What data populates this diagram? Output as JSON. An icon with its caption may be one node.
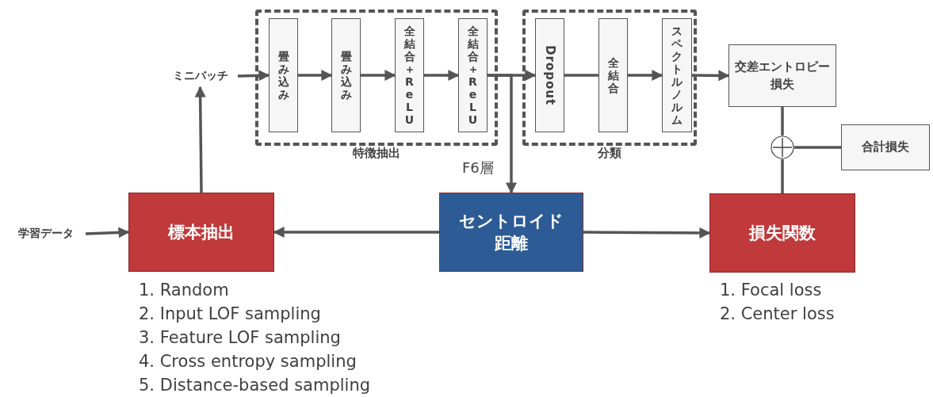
{
  "diagram": {
    "nodes": [
      {
        "text": [
          "ミニバッチ"
        ]
      },
      {
        "text": [
          "特徴抽出"
        ]
      },
      {
        "text": [
          "畳み込み"
        ],
        "in": 1
      },
      {
        "text": [
          "畳み込み"
        ],
        "in": 1
      },
      {
        "text": [
          "全結合＋ReLU"
        ],
        "in": 1
      },
      {
        "text": [
          "全結合＋ReLU"
        ],
        "in": 1
      },
      {
        "text": [
          "分類"
        ]
      },
      {
        "text": [
          "Dropout"
        ],
        "in": 6
      },
      {
        "text": [
          "全結合"
        ],
        "in": 6
      },
      {
        "text": [
          "スペクトルノルム"
        ],
        "in": 6
      },
      {
        "text": [
          "交差エントロピー損失"
        ]
      },
      {
        "text": [],
        "shape": "circle"
      },
      {
        "text": [
          "合計損失"
        ]
      },
      {
        "text": [
          "学習データ"
        ]
      },
      {
        "text": [
          "標本抽出"
        ],
        "beside": [
          "1. Random",
          "2. Input LOF sampling",
          "3. Feature LOF sampling",
          "4. Cross entropy sampling",
          "5. Distance-based sampling"
        ]
      },
      {
        "text": [
          "セントロイド距離"
        ]
      },
      {
        "text": [
          "損失関数"
        ],
        "beside": [
          "1. Focal loss",
          "2. Center loss"
        ]
      }
    ],
    "edges": [
      {
        "from": 0,
        "to": 2,
        "arrow": "to"
      },
      {
        "from": 2,
        "to": 3,
        "arrow": "to"
      },
      {
        "from": 3,
        "to": 4,
        "arrow": "to"
      },
      {
        "from": 4,
        "to": 5,
        "arrow": "to"
      },
      {
        "from": 5,
        "to": 7,
        "arrow": "to"
      },
      {
        "from": 5,
        "to": 15,
        "arrow": "to",
        "label": "F6層"
      },
      {
        "from": 7,
        "to": 8,
        "arrow": "none"
      },
      {
        "from": 8,
        "to": 9,
        "arrow": "to"
      },
      {
        "from": 9,
        "to": 10,
        "arrow": "to"
      },
      {
        "from": 10,
        "to": 11,
        "arrow": "none"
      },
      {
        "from": 11,
        "to": 12,
        "arrow": "none"
      },
      {
        "from": 11,
        "to": 16,
        "arrow": "none"
      },
      {
        "from": 13,
        "to": 14,
        "arrow": "to"
      },
      {
        "from": 14,
        "to": 0,
        "arrow": "to"
      },
      {
        "from": 15,
        "to": 14,
        "arrow": "to"
      },
      {
        "from": 15,
        "to": 16,
        "arrow": "to"
      }
    ]
  }
}
